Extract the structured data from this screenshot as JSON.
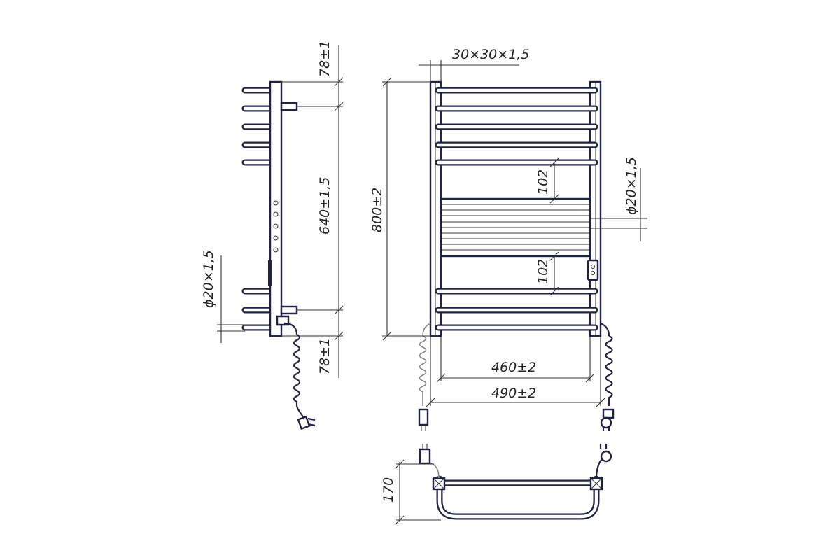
{
  "dimensions": {
    "profile": "30×30×1,5",
    "tube_front": "ϕ20×1,5",
    "tube_side": "ϕ20×1,5",
    "top_offset": "78±1",
    "bottom_offset": "78±1",
    "mount_spacing": "640±1,5",
    "overall_height": "800±2",
    "gap_upper": "102",
    "gap_lower": "102",
    "inner_width": "460±2",
    "overall_width": "490±2",
    "depth": "170"
  },
  "colors": {
    "line": "#222244",
    "dimension_line": "#333333",
    "background": "#ffffff"
  }
}
